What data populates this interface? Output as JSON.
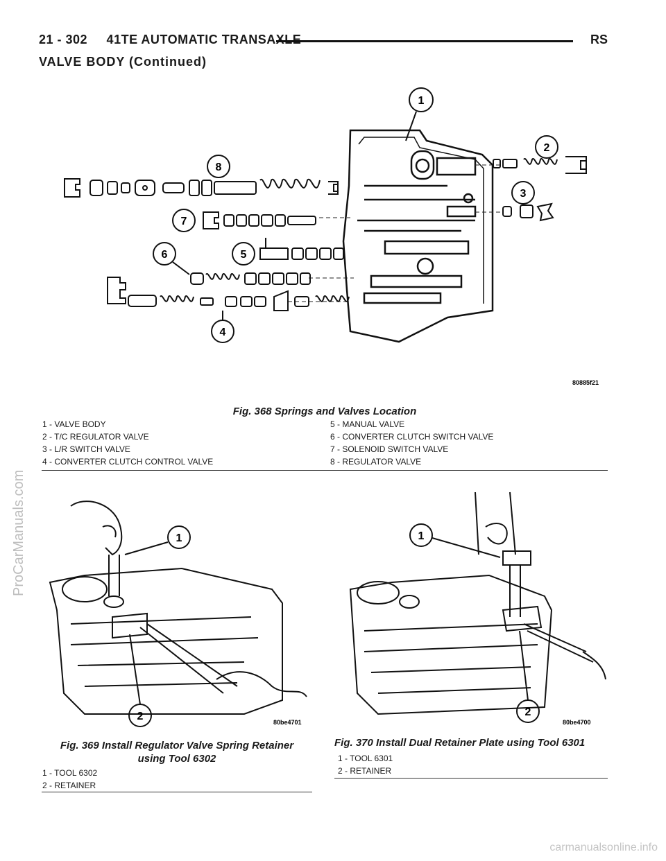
{
  "header": {
    "page_ref": "21 - 302     41TE AUTOMATIC TRANSAXLE",
    "code": "RS"
  },
  "section_title": "VALVE BODY (Continued)",
  "fig368": {
    "image_code": "80885f21",
    "caption": "Fig. 368 Springs and Valves Location",
    "callouts": [
      "1",
      "2",
      "3",
      "4",
      "5",
      "6",
      "7",
      "8"
    ],
    "legend_left": [
      "1 - VALVE BODY",
      "2 - T/C REGULATOR VALVE",
      "3 - L/R SWITCH VALVE",
      "4 - CONVERTER CLUTCH CONTROL VALVE"
    ],
    "legend_right": [
      "5 - MANUAL VALVE",
      "6 - CONVERTER CLUTCH SWITCH VALVE",
      "7 - SOLENOID SWITCH VALVE",
      "8 - REGULATOR VALVE"
    ]
  },
  "fig369": {
    "image_code": "80be4701",
    "caption_line1": "Fig. 369 Install Regulator Valve Spring Retainer",
    "caption_line2": "using Tool 6302",
    "callouts": [
      "1",
      "2"
    ],
    "legend": [
      "1 - TOOL 6302",
      "2 - RETAINER"
    ]
  },
  "fig370": {
    "image_code": "80be4700",
    "caption": "Fig. 370 Install Dual Retainer Plate using Tool 6301",
    "callouts": [
      "1",
      "2"
    ],
    "legend": [
      "1 - TOOL 6301",
      "2 - RETAINER"
    ]
  },
  "watermarks": {
    "side": "ProCarManuals.com",
    "bottom": "carmanualsonline.info"
  }
}
